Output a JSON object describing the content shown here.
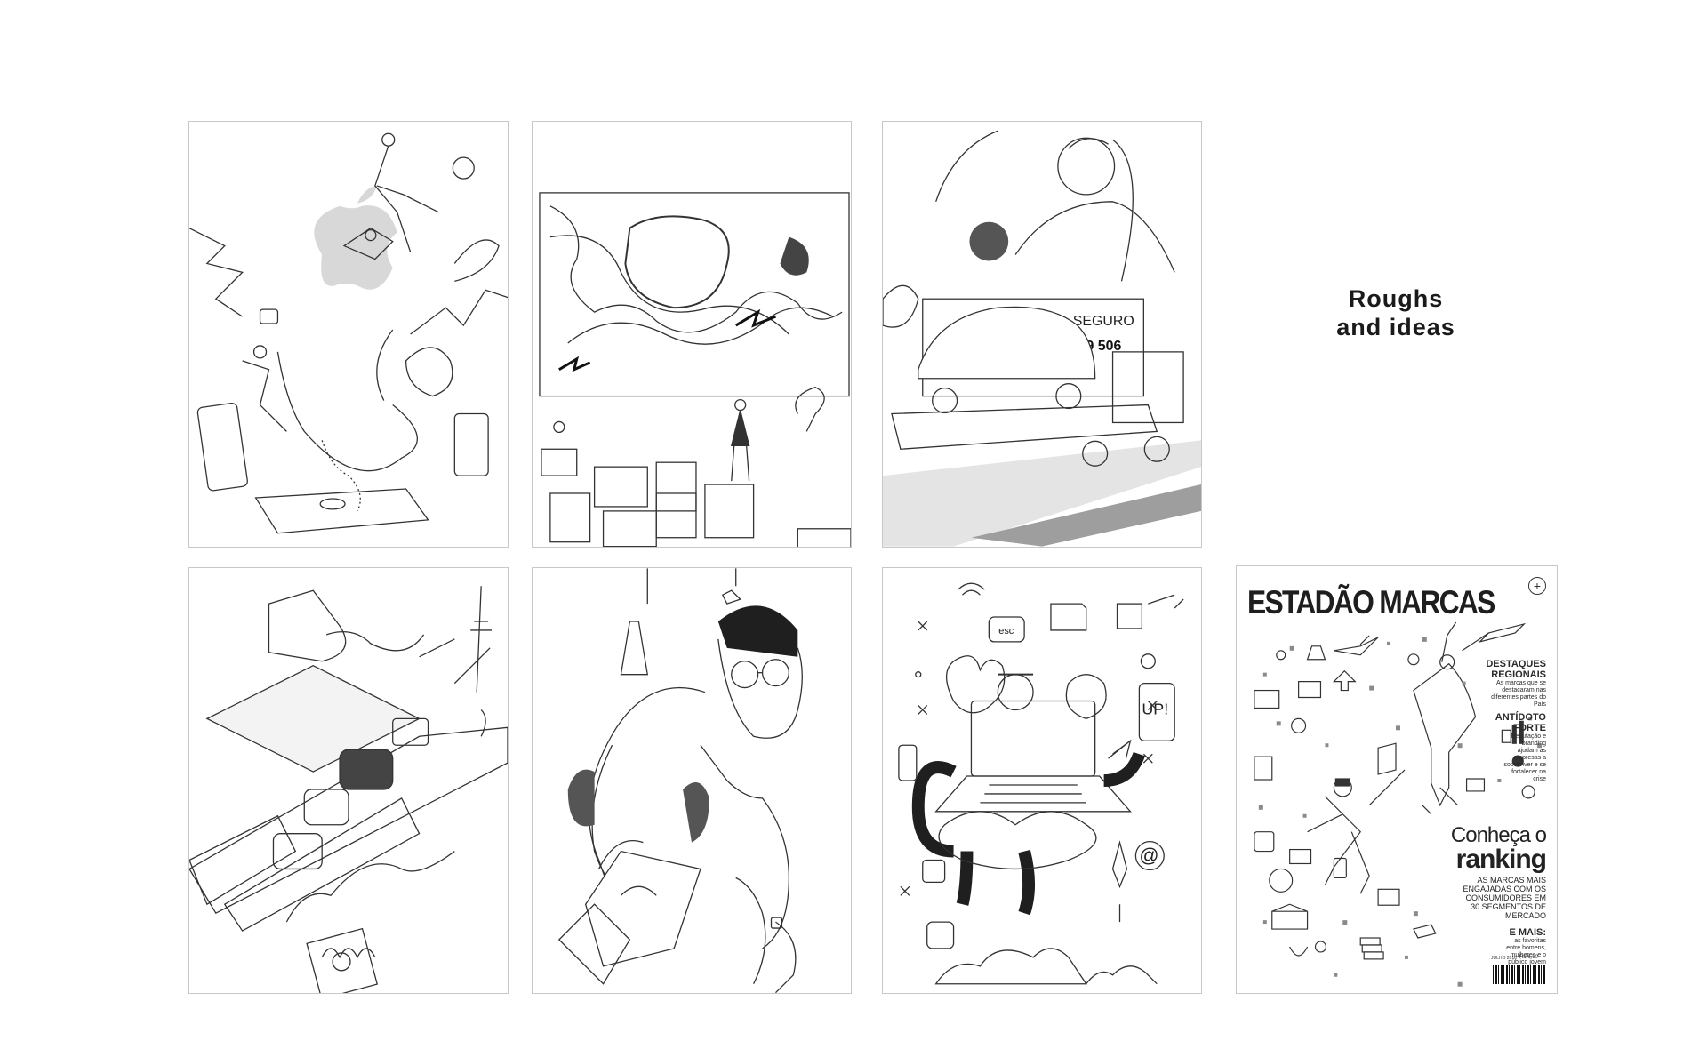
{
  "caption": {
    "line1": "Roughs",
    "line2": "and ideas"
  },
  "panels": {
    "p3": {
      "sign_label": "SEGURO",
      "sign_number": "349 506"
    },
    "p5": {},
    "p6": {
      "sticker_up": "UP!",
      "key_esc": "esc",
      "at_sign": "@"
    }
  },
  "cover": {
    "title": "ESTADÃO MARCAS",
    "plus": "+",
    "section1_heading_1": "DESTAQUES",
    "section1_heading_2": "REGIONAIS",
    "section1_text": "As marcas que se destacaram nas diferentes partes do País",
    "section2_heading_1": "ANTÍDOTO",
    "section2_heading_2": "FORTE",
    "section2_text": "Reputação e branding ajudam as empresas a sobreviver e se fortalecer na crise",
    "headline_1": "Conheça o",
    "headline_2": "ranking",
    "headline_sub": "AS MARCAS MAIS ENGAJADAS COM OS CONSUMIDORES EM 30 SEGMENTOS DE MERCADO",
    "section3_heading": "E MAIS:",
    "section3_text": "as favoritas entre homens, mulheres e o público jovem",
    "date": "JULHO 2016",
    "price": "R$ 6,90"
  }
}
